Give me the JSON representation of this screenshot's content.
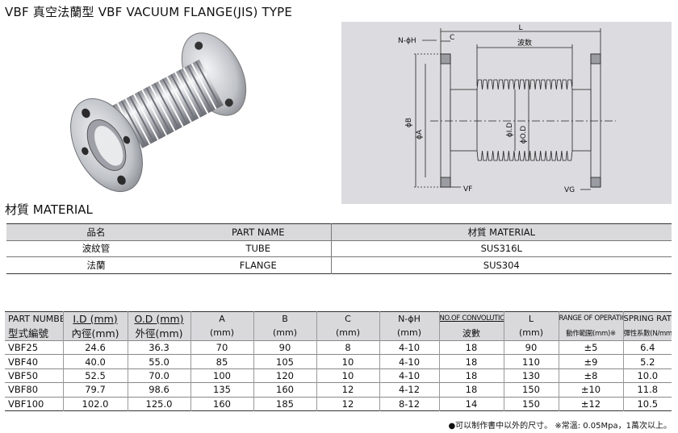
{
  "title": "VBF  真空法蘭型   VBF VACUUM FLANGE(JIS) TYPE",
  "drawing": {
    "labels": {
      "L": "L",
      "n_phi_h": "N-ϕH",
      "c": "C",
      "convolution": "波数",
      "phi_b": "ϕB",
      "phi_a": "ϕA",
      "id": "ϕI.D",
      "od": "ϕO.D",
      "vf": "VF",
      "vg": "VG"
    }
  },
  "material": {
    "title": "材質   MATERIAL",
    "header": [
      "品名",
      "PART NAME",
      "材質  MATERIAL"
    ],
    "rows": [
      [
        "波紋管",
        "TUBE",
        "SUS316L"
      ],
      [
        "法蘭",
        "FLANGE",
        "SUS304"
      ]
    ]
  },
  "specs": {
    "header_top": [
      "PART NUMBER",
      "I.D (mm)",
      "O.D (mm)",
      "A",
      "B",
      "C",
      "N-ϕH",
      "NO.OF CONVOLUTION",
      "L",
      "RANGE OF OPERATION",
      "SPRING RATE"
    ],
    "header_bottom": [
      "型式編號",
      "內徑(mm)",
      "外徑(mm)",
      "(mm)",
      "(mm)",
      "(mm)",
      "(mm)",
      "波數",
      "(mm)",
      "動作範圍(mm)※",
      "彈性系數(N/mm)"
    ],
    "rows": [
      [
        "VBF25",
        "24.6",
        "36.3",
        "70",
        "90",
        "8",
        "4-10",
        "18",
        "90",
        "±5",
        "6.4"
      ],
      [
        "VBF40",
        "40.0",
        "55.0",
        "85",
        "105",
        "10",
        "4-10",
        "18",
        "110",
        "±9",
        "5.2"
      ],
      [
        "VBF50",
        "52.5",
        "70.0",
        "100",
        "120",
        "10",
        "4-10",
        "18",
        "130",
        "±8",
        "10.0"
      ],
      [
        "VBF80",
        "79.7",
        "98.6",
        "135",
        "160",
        "12",
        "4-12",
        "18",
        "150",
        "±10",
        "11.8"
      ],
      [
        "VBF100",
        "102.0",
        "125.0",
        "160",
        "185",
        "12",
        "8-12",
        "14",
        "150",
        "±12",
        "10.5"
      ]
    ]
  },
  "footnote": "●可以制作書中以外的尺寸。  ※常溫: 0.05Mpa，1萬次以上。"
}
